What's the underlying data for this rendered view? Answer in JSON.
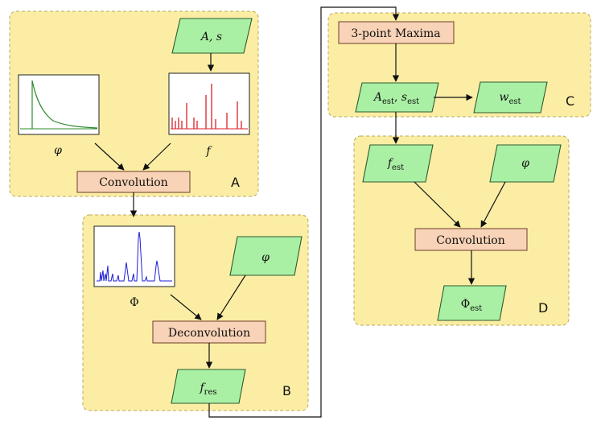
{
  "panels": {
    "a": {
      "letter": "A"
    },
    "b": {
      "letter": "B"
    },
    "c": {
      "letter": "C"
    },
    "d": {
      "letter": "D"
    }
  },
  "nodes": {
    "a_s": {
      "label": "A, s",
      "kind": "data"
    },
    "f": {
      "label": "f"
    },
    "phi_a": {
      "label": "φ"
    },
    "convolution_a": {
      "label": "Convolution",
      "kind": "process"
    },
    "Phi": {
      "label": "Φ"
    },
    "phi_b": {
      "label": "φ",
      "kind": "data"
    },
    "deconvolution": {
      "label": "Deconvolution",
      "kind": "process"
    },
    "f_res": {
      "base": "f",
      "sub": "res",
      "kind": "data"
    },
    "maxima": {
      "label": "3-point Maxima",
      "kind": "process"
    },
    "a_s_est": {
      "base1": "A",
      "sub1": "est",
      "sep": ", ",
      "base2": "s",
      "sub2": "est",
      "kind": "data"
    },
    "w_est": {
      "base": "w",
      "sub": "est",
      "kind": "data"
    },
    "f_est": {
      "base": "f",
      "sub": "est",
      "kind": "data"
    },
    "phi_d": {
      "label": "φ",
      "kind": "data"
    },
    "convolution_d": {
      "label": "Convolution",
      "kind": "process"
    },
    "Phi_est": {
      "base": "Φ",
      "sub": "est",
      "kind": "data"
    }
  },
  "colors": {
    "panel_fill": "#fbeea4",
    "data_fill": "#a9f0a4",
    "process_fill": "#f9d3b7",
    "kernel_curve": "#2e8b2e",
    "spike_train": "#d81f2a",
    "signal_curve": "#1c1cd6"
  }
}
